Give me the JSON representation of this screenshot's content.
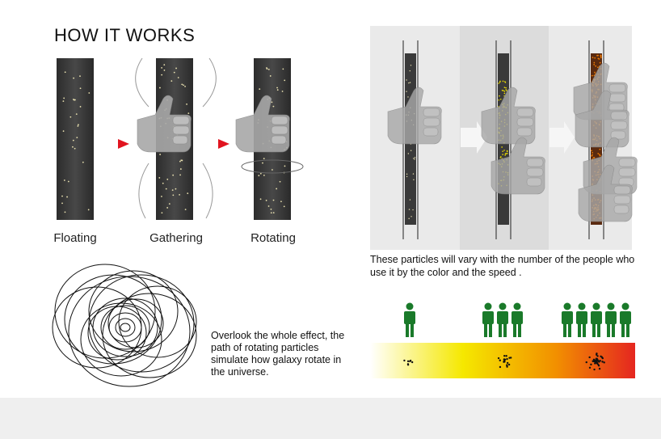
{
  "title": "HOW  IT  WORKS",
  "labels": {
    "floating": "Floating",
    "gathering": "Gathering",
    "rotating": "Rotating"
  },
  "descriptions": {
    "particles": "These particles will vary with the number of the  people who use it by the color and the speed .",
    "galaxy": "Overlook the whole effect, the path of rotating particles simulate how galaxy rotate in the universe."
  },
  "people_groups": [
    1,
    3,
    5
  ],
  "colors": {
    "tube": "#3a3a3a",
    "hand": "#a9a9a9",
    "arrow_red": "#e1141f",
    "people": "#1a7a2a",
    "gradient": [
      "#ffffff",
      "#f5e800",
      "#f08a00",
      "#e52620"
    ]
  },
  "icons": [
    "hand-icon",
    "person-icon",
    "arrow-right-icon",
    "pointer-triangle-icon"
  ]
}
